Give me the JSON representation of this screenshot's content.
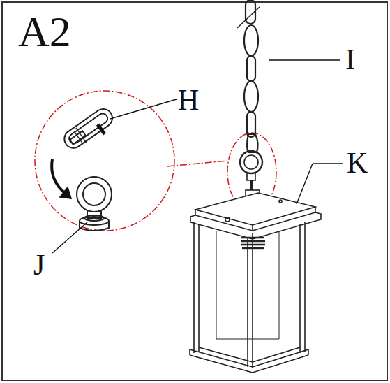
{
  "diagram": {
    "title": "A2",
    "labels": [
      "H",
      "I",
      "J",
      "K"
    ]
  }
}
